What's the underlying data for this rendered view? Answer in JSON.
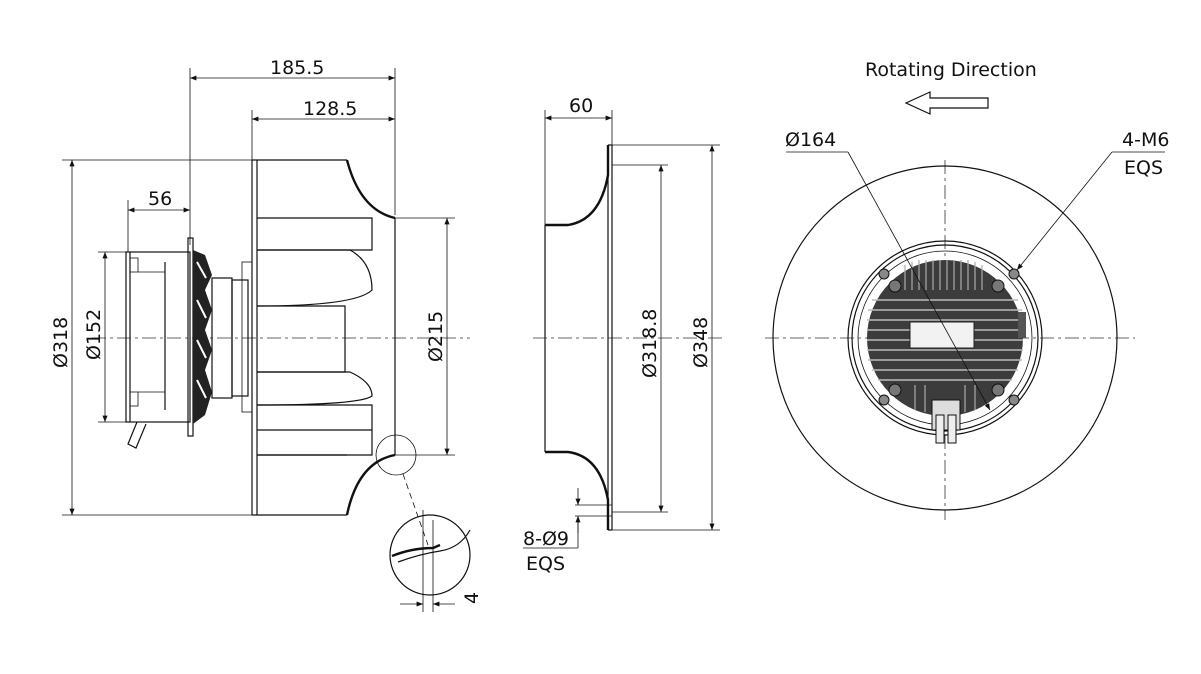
{
  "side_view": {
    "dim_overall_length": "185.5",
    "dim_impeller_length": "128.5",
    "dim_motor_depth": "56",
    "dim_impeller_dia": "Ø318",
    "dim_motor_dia": "Ø152",
    "dim_inlet_dia": "Ø215",
    "detail_dim": "4"
  },
  "inlet_ring_view": {
    "dim_ring_depth": "60",
    "dim_bolt_circle": "Ø318.8",
    "dim_flange_dia": "Ø348",
    "hole_spec": "8-Ø9",
    "hole_spec_eqs": "EQS"
  },
  "front_view": {
    "rotation_label": "Rotating Direction",
    "dim_mount_circle": "Ø164",
    "thread_spec": "4-M6",
    "thread_spec_eqs": "EQS"
  }
}
